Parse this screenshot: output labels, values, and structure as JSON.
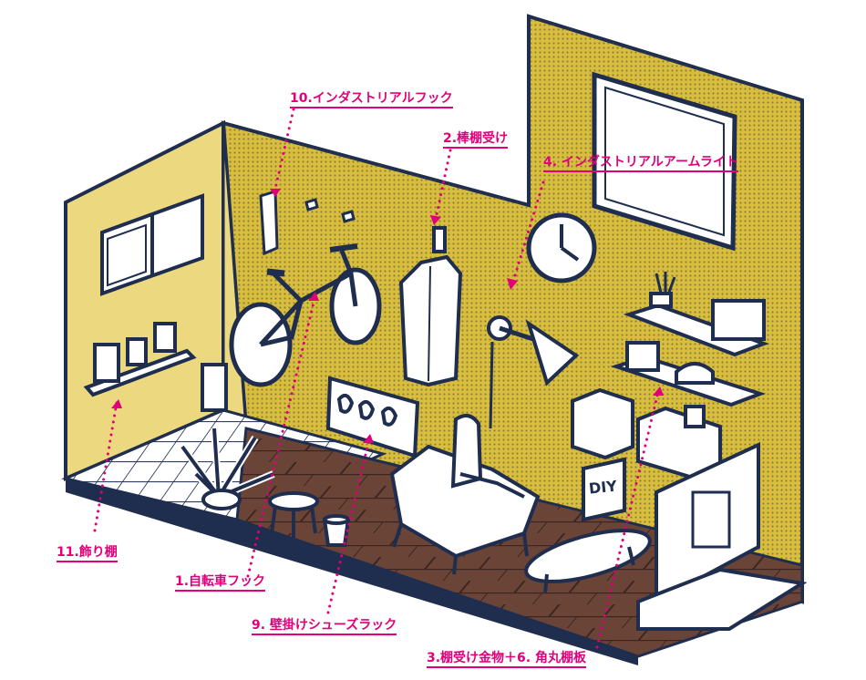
{
  "colors": {
    "wall": "#d9be3e",
    "wall_light": "#ecd97f",
    "wall_dot": "#4b4a3c",
    "outline": "#1f2d4f",
    "floor_wood": "#6b4438",
    "tile": "#ffffff",
    "accent": "#e0007a",
    "white": "#ffffff"
  },
  "scene": {
    "poster_text": "DIY"
  },
  "annotations": [
    {
      "id": "industrial-hook",
      "text": "10.インダストリアルフック"
    },
    {
      "id": "rod-bracket",
      "text": "2.棒棚受け"
    },
    {
      "id": "arm-light",
      "text": "4. インダストリアルアームライト"
    },
    {
      "id": "decor-shelf",
      "text": "11.飾り棚"
    },
    {
      "id": "bike-hook",
      "text": "1.自転車フック"
    },
    {
      "id": "shoe-rack",
      "text": "9. 壁掛けシューズラック"
    },
    {
      "id": "bracket-shelf",
      "text": "3.棚受け金物＋6. 角丸棚板"
    }
  ]
}
